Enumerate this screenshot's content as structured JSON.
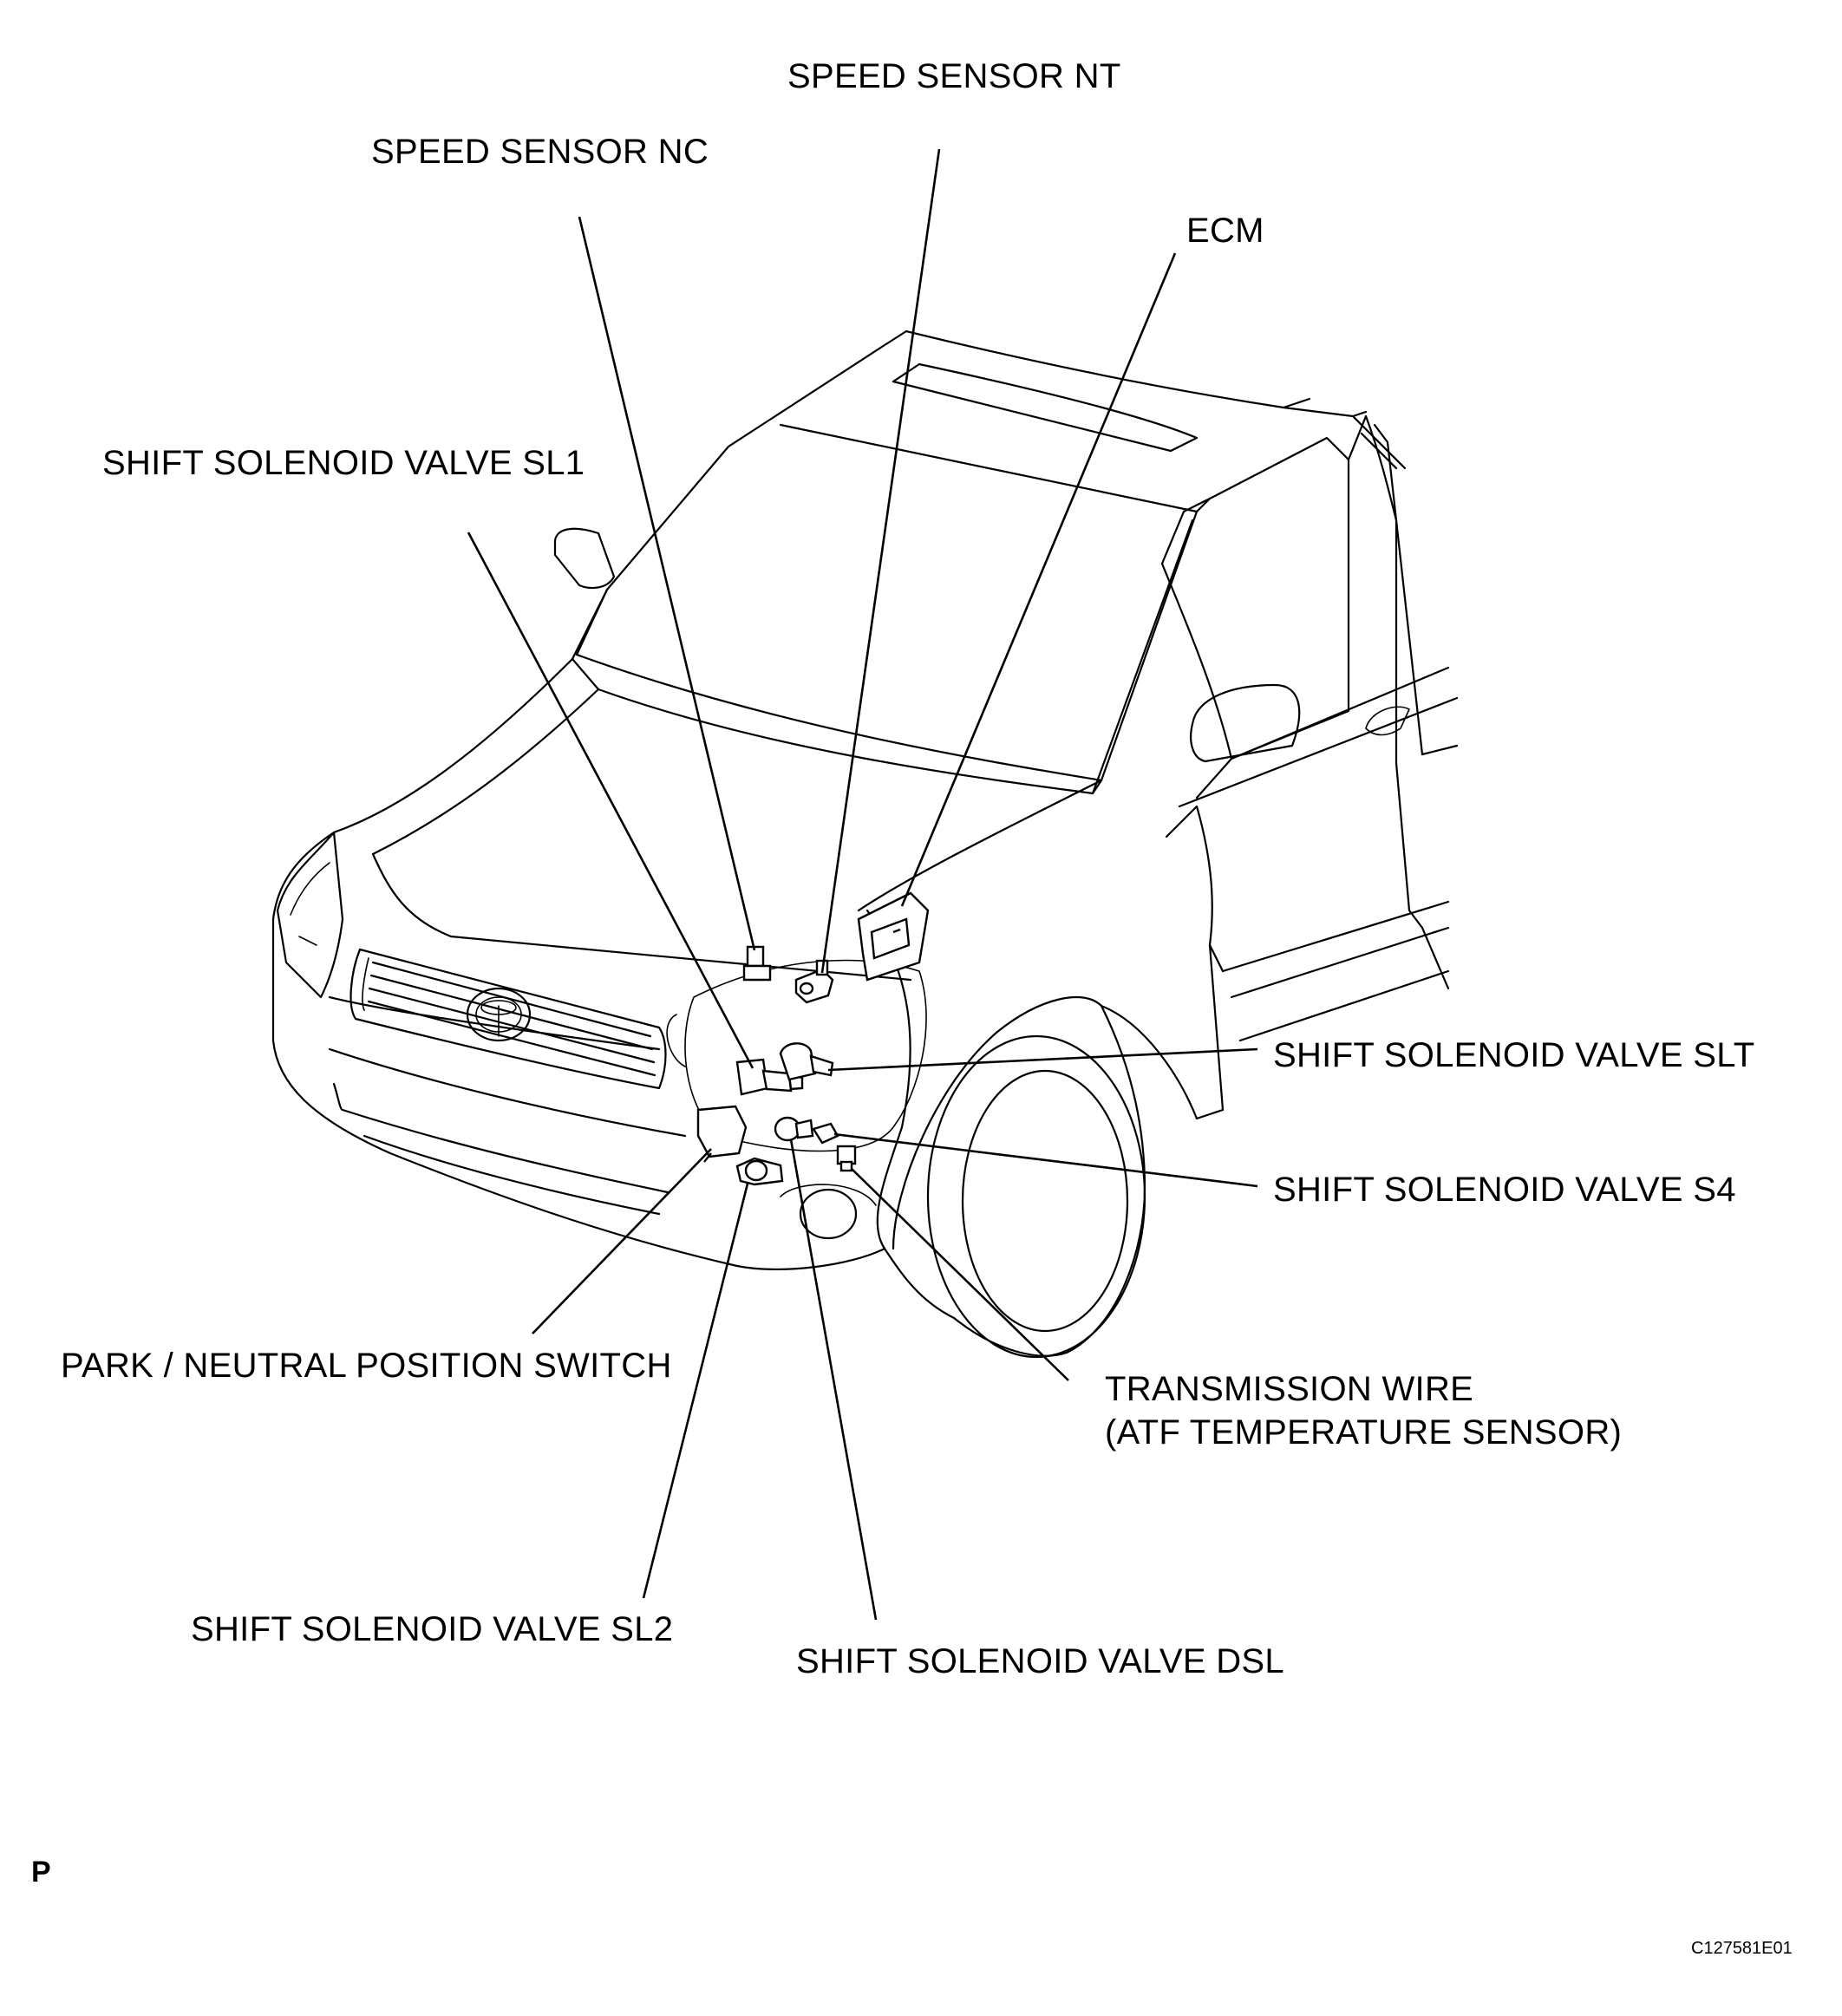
{
  "labels": {
    "speed_sensor_nt": "SPEED SENSOR NT",
    "speed_sensor_nc": "SPEED SENSOR NC",
    "ecm": "ECM",
    "shift_solenoid_sl1": "SHIFT SOLENOID VALVE SL1",
    "shift_solenoid_slt": "SHIFT SOLENOID VALVE SLT",
    "shift_solenoid_s4": "SHIFT SOLENOID VALVE S4",
    "park_neutral_switch": "PARK / NEUTRAL POSITION SWITCH",
    "transmission_wire_line1": "TRANSMISSION WIRE",
    "transmission_wire_line2": "(ATF TEMPERATURE SENSOR)",
    "shift_solenoid_sl2": "SHIFT SOLENOID VALVE SL2",
    "shift_solenoid_dsl": "SHIFT SOLENOID VALVE DSL"
  },
  "corner_letter": "P",
  "figure_code": "C127581E01"
}
